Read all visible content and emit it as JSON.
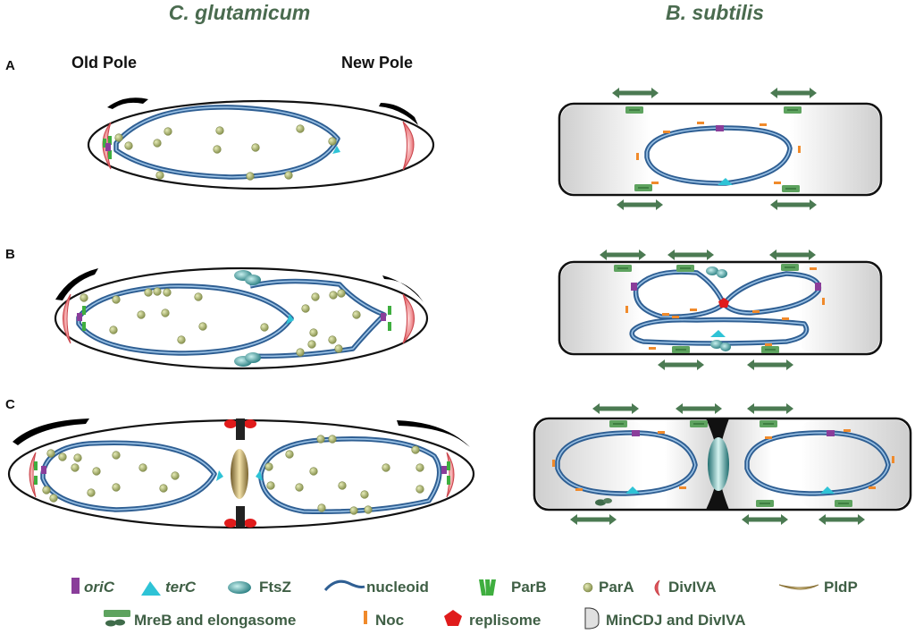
{
  "species": {
    "left": "C. glutamicum",
    "right": "B. subtilis"
  },
  "panels": {
    "a": "A",
    "b": "B",
    "c": "C"
  },
  "poles": {
    "old": "Old Pole",
    "new": "New Pole"
  },
  "legend": {
    "oric": "oriC",
    "terc": "terC",
    "ftsz": "FtsZ",
    "nucleoid": "nucleoid",
    "parb": "ParB",
    "para": "ParA",
    "divivacap": "DivIVA",
    "pldp": "PldP",
    "mreb": "MreB and elongasome",
    "noc": "Noc",
    "replisome": "replisome",
    "mincdj": "MinCDJ and DivIVA"
  },
  "colors": {
    "species_text": "#4a6b4f",
    "nucleoid": "#2f5f93",
    "para": "#a8b36e",
    "divivacap": "#e0555b",
    "ftsz": "#2f8d8d",
    "oric": "#8a3d9a",
    "terc": "#2ec3d6",
    "parb": "#3fae3f",
    "noc": "#f08a2b",
    "replisome": "#e01b1b",
    "mreb": "#5ea35f",
    "pldp": "#c8a14a"
  }
}
